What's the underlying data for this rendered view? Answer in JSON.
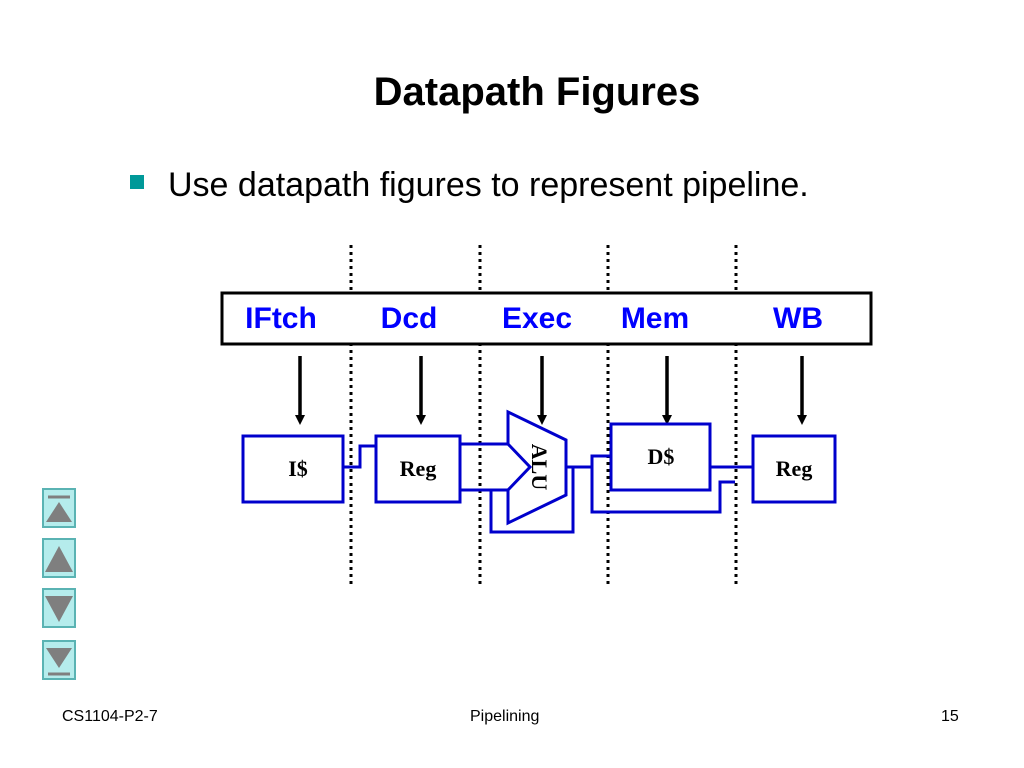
{
  "slide": {
    "title": "Datapath Figures",
    "bullet": "Use datapath figures to represent pipeline."
  },
  "diagram": {
    "stages": [
      "IFtch",
      "Dcd",
      "Exec",
      "Mem",
      "WB"
    ],
    "components": {
      "icache": "I$",
      "reg_read": "Reg",
      "alu": "ALU",
      "dcache": "D$",
      "reg_write": "Reg"
    },
    "colors": {
      "wire": "#0000cc",
      "stage_text": "#0000ff",
      "bullet": "#009999"
    }
  },
  "nav": {
    "buttons": [
      "first-slide-icon",
      "previous-slide-icon",
      "next-slide-icon",
      "last-slide-icon"
    ],
    "fill_color": "#b5ecec",
    "arrow_color": "#7f7f7f"
  },
  "footer": {
    "left": "CS1104-P2-7",
    "center": "Pipelining",
    "page_number": "15"
  }
}
